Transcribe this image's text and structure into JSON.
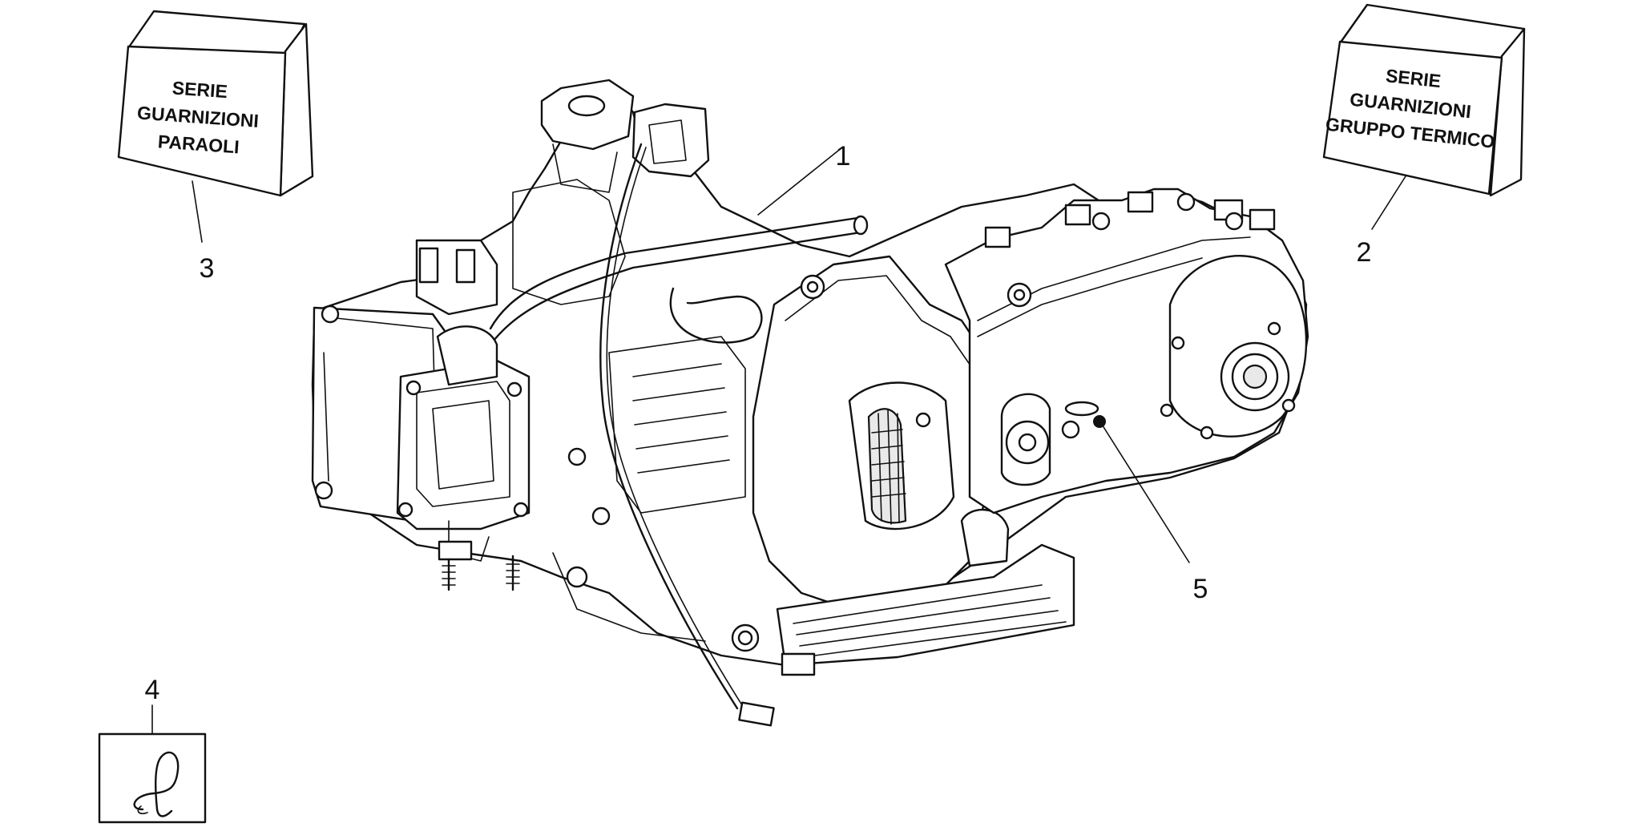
{
  "diagram": {
    "callouts": [
      {
        "id": "1",
        "label": "1"
      },
      {
        "id": "2",
        "label": "2"
      },
      {
        "id": "3",
        "label": "3"
      },
      {
        "id": "4",
        "label": "4"
      },
      {
        "id": "5",
        "label": "5"
      }
    ],
    "tags": {
      "left": {
        "lines": [
          "SERIE",
          "GUARNIZIONI",
          "PARAOLI"
        ]
      },
      "right": {
        "lines": [
          "SERIE",
          "GUARNIZIONI",
          "GRUPPO TERMICO"
        ]
      }
    },
    "icons": {
      "engine": "engine-assembly-illustration",
      "clip": "hairpin-clip-icon"
    },
    "colors": {
      "ink": "#111111",
      "paper": "#ffffff",
      "shade": "#e9e9e9"
    }
  }
}
